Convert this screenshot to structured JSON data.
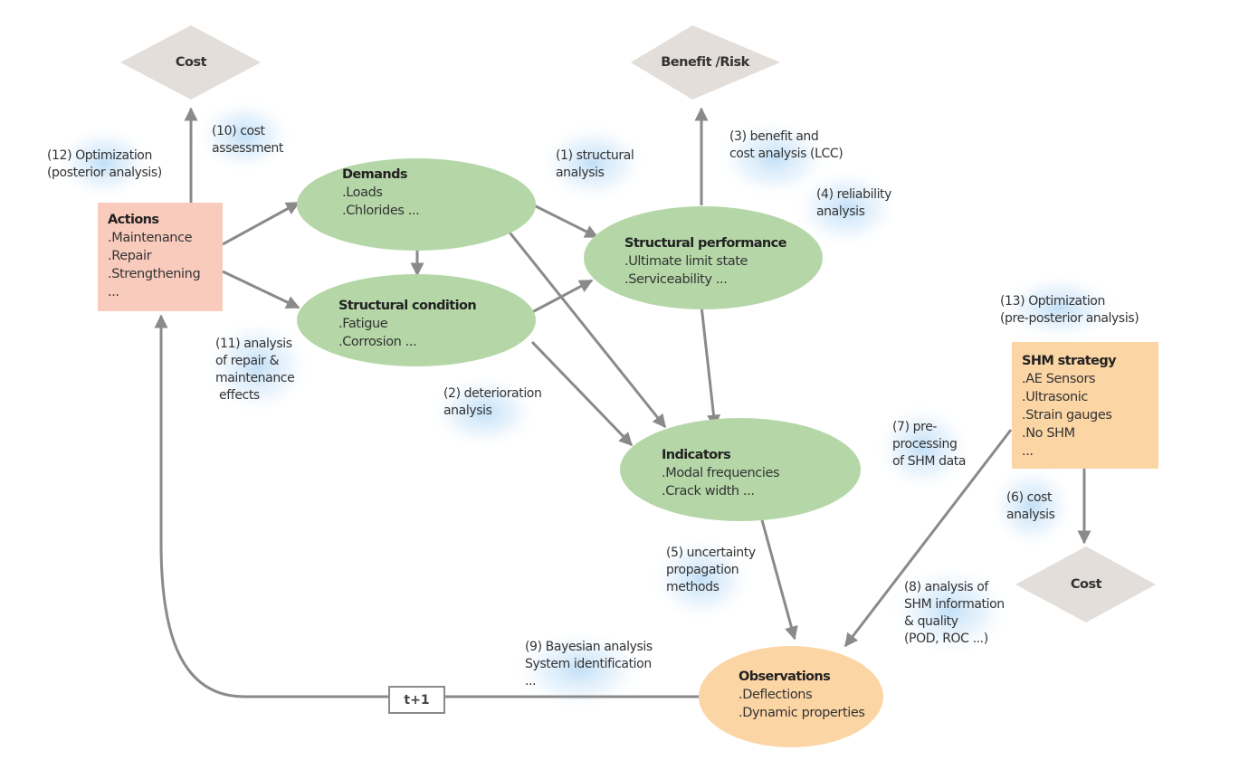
{
  "nodes": {
    "cost_top": "Cost",
    "benefit_risk": "Benefit /Risk",
    "cost_bottom": "Cost",
    "actions": {
      "title": "Actions",
      "items": [
        ".Maintenance",
        ".Repair",
        ".Strengthening",
        "..."
      ]
    },
    "demands": {
      "title": "Demands",
      "items": [
        ".Loads",
        ".Chlorides  ..."
      ]
    },
    "structural_condition": {
      "title": "Structural condition",
      "items": [
        ".Fatigue",
        ".Corrosion  ..."
      ]
    },
    "structural_performance": {
      "title": "Structural performance",
      "items": [
        ".Ultimate limit state",
        ".Serviceability  ..."
      ]
    },
    "indicators": {
      "title": "Indicators",
      "items": [
        ".Modal frequencies",
        ".Crack width  ..."
      ]
    },
    "shm_strategy": {
      "title": "SHM strategy",
      "items": [
        ".AE Sensors",
        ".Ultrasonic",
        ".Strain gauges",
        ".No SHM",
        "..."
      ]
    },
    "observations": {
      "title": "Observations",
      "items": [
        ".Deflections",
        ".Dynamic properties"
      ]
    },
    "time_step": "t+1"
  },
  "labels": {
    "l1": [
      "(1) structural",
      "analysis"
    ],
    "l2": [
      "(2) deterioration",
      "analysis"
    ],
    "l3": [
      "(3) benefit and",
      "cost analysis (LCC)"
    ],
    "l4": [
      "(4) reliability",
      "analysis"
    ],
    "l5": [
      "(5) uncertainty",
      "propagation",
      "methods"
    ],
    "l6": [
      "(6) cost",
      "analysis"
    ],
    "l7": [
      "(7) pre-",
      "processing",
      "of SHM data"
    ],
    "l8": [
      "(8) analysis of",
      "SHM information",
      "& quality",
      "(POD, ROC ...)"
    ],
    "l9": [
      "(9) Bayesian analysis",
      "System identification",
      "..."
    ],
    "l10": [
      "(10) cost",
      "assessment"
    ],
    "l11": [
      "(11) analysis",
      "of repair &",
      "maintenance",
      " effects"
    ],
    "l12": [
      "(12) Optimization",
      "(posterior analysis)"
    ],
    "l13": [
      "(13) Optimization",
      "(pre-posterior analysis)"
    ]
  },
  "colors": {
    "green": "#b5d7a8",
    "salmon": "#f9cbbd",
    "orange": "#fcd5a5",
    "diamond": "#e3ded9",
    "arrow": "#8a8a8a",
    "glow": "#cfe6f7"
  }
}
